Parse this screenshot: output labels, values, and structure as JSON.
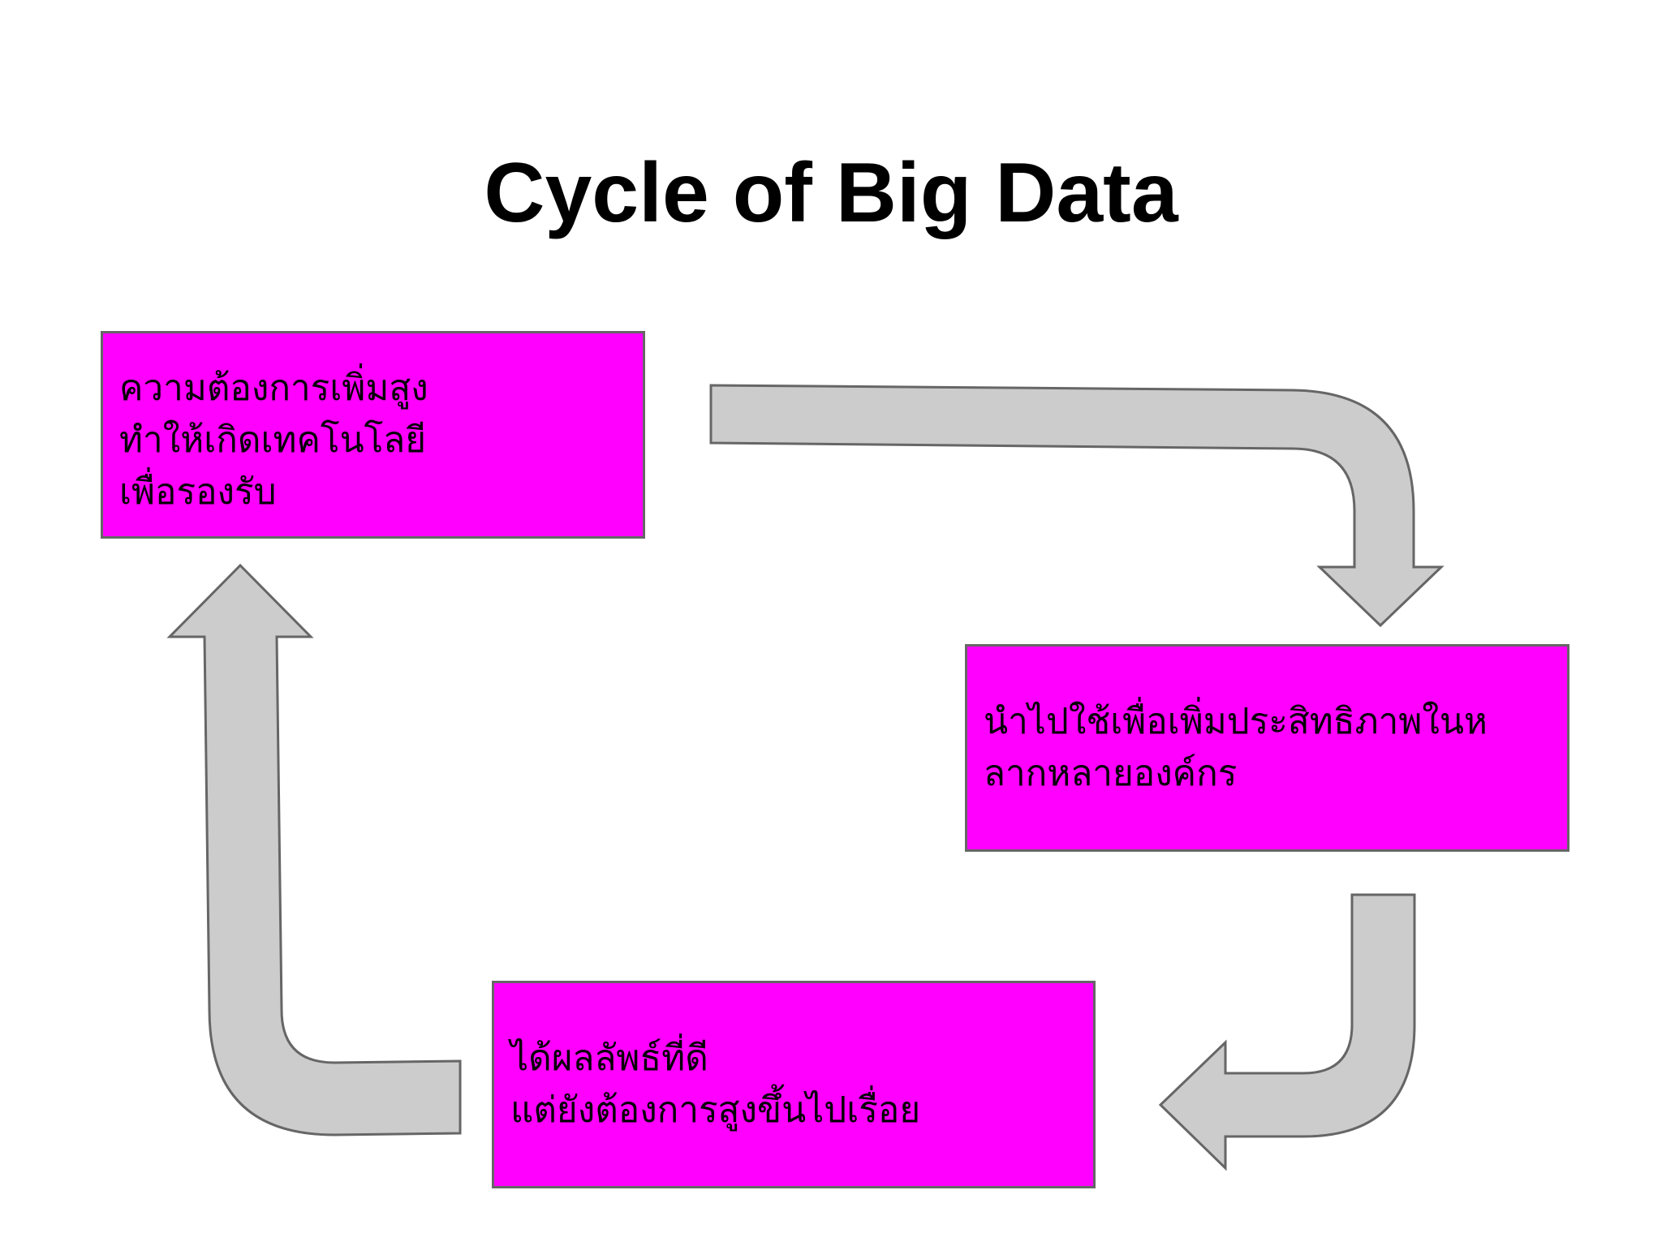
{
  "slide": {
    "title": "Cycle of Big Data"
  },
  "boxes": {
    "top_left": {
      "lines": [
        "ความต้องการเพิ่มสูง",
        "ทำให้เกิดเทคโนโลยี",
        "เพื่อรองรับ"
      ]
    },
    "right": {
      "lines": [
        "นำไปใช้เพื่อเพิ่มประสิทธิภาพในห",
        "ลากหลายองค์กร"
      ]
    },
    "bottom": {
      "lines": [
        "ได้ผลลัพธ์ที่ดี",
        "แต่ยังต้องการสูงขึ้นไปเรื่อย"
      ]
    }
  },
  "colors": {
    "box_fill": "#ff00ff",
    "box_border": "#666666",
    "arrow_fill": "#cccccc",
    "arrow_stroke": "#666666"
  }
}
